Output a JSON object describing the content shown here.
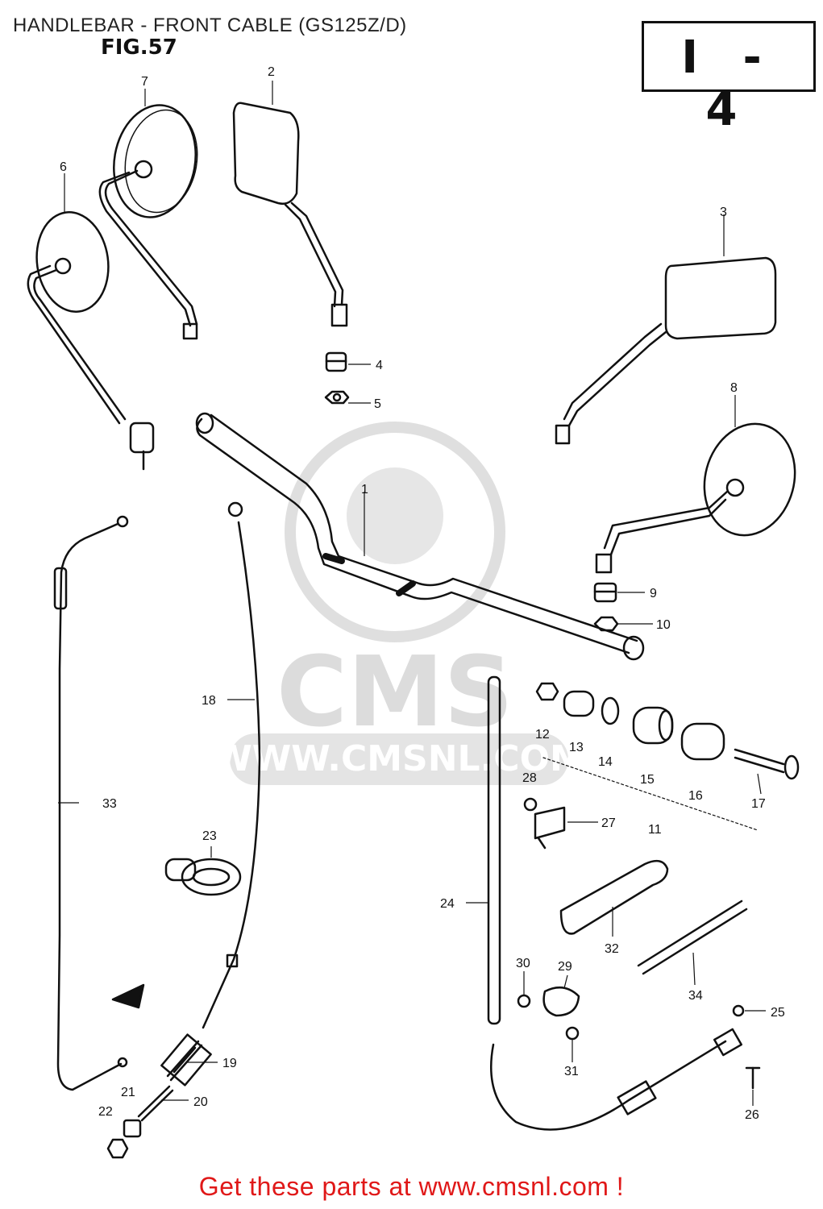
{
  "header": {
    "title": "HANDLEBAR - FRONT CABLE (GS125Z/D)"
  },
  "figure": {
    "label": "FIG.57",
    "section": "I - 4"
  },
  "watermark": {
    "brand": "CMS",
    "url": "WWW.CMSNL.COM"
  },
  "callouts": [
    {
      "id": "1",
      "text": "1"
    },
    {
      "id": "2",
      "text": "2"
    },
    {
      "id": "3",
      "text": "3"
    },
    {
      "id": "4",
      "text": "4"
    },
    {
      "id": "5",
      "text": "5"
    },
    {
      "id": "6",
      "text": "6"
    },
    {
      "id": "7",
      "text": "7"
    },
    {
      "id": "8",
      "text": "8"
    },
    {
      "id": "9",
      "text": "9"
    },
    {
      "id": "10",
      "text": "10"
    },
    {
      "id": "11",
      "text": "11"
    },
    {
      "id": "12",
      "text": "12"
    },
    {
      "id": "13",
      "text": "13"
    },
    {
      "id": "14",
      "text": "14"
    },
    {
      "id": "15",
      "text": "15"
    },
    {
      "id": "16",
      "text": "16"
    },
    {
      "id": "17",
      "text": "17"
    },
    {
      "id": "18",
      "text": "18"
    },
    {
      "id": "19",
      "text": "19"
    },
    {
      "id": "20",
      "text": "20"
    },
    {
      "id": "21",
      "text": "21"
    },
    {
      "id": "22",
      "text": "22"
    },
    {
      "id": "23",
      "text": "23"
    },
    {
      "id": "24",
      "text": "24"
    },
    {
      "id": "25",
      "text": "25"
    },
    {
      "id": "26",
      "text": "26"
    },
    {
      "id": "27",
      "text": "27"
    },
    {
      "id": "28",
      "text": "28"
    },
    {
      "id": "29",
      "text": "29"
    },
    {
      "id": "30",
      "text": "30"
    },
    {
      "id": "31",
      "text": "31"
    },
    {
      "id": "32",
      "text": "32"
    },
    {
      "id": "33",
      "text": "33"
    },
    {
      "id": "34",
      "text": "34"
    }
  ],
  "footer": {
    "link_text": "Get these parts at www.cmsnl.com !"
  },
  "colors": {
    "ink": "#111111",
    "watermark": "#d9d9d9",
    "link": "#e01818"
  }
}
